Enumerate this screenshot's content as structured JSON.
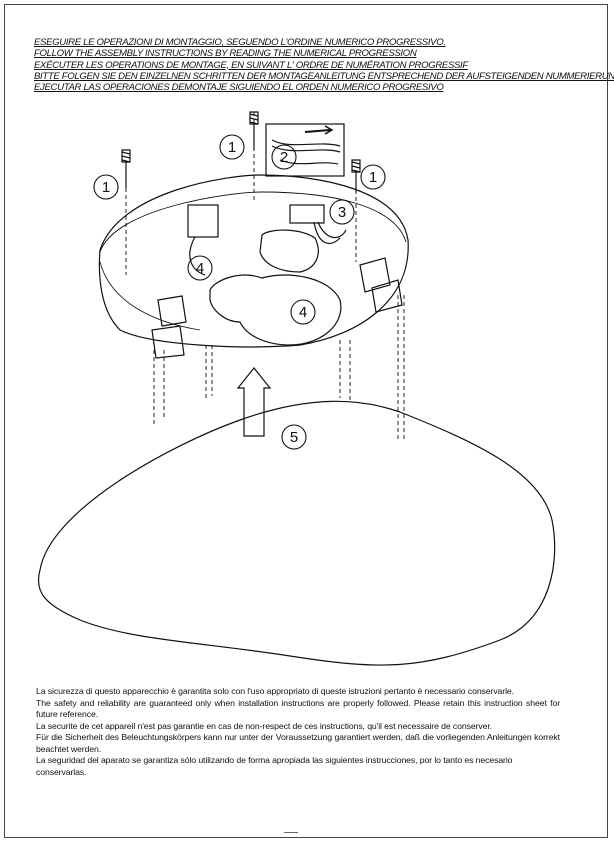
{
  "header": {
    "lines": [
      "ESEGUIRE LE OPERAZIONI DI MONTAGGIO, SEGUENDO L'ORDINE NUMERICO PROGRESSIVO.",
      "FOLLOW THE ASSEMBLY INSTRUCTIONS BY READING THE NUMERICAL PROGRESSION",
      "EXÉCUTER LES OPERATIONS DE MONTAGE, EN SUIVANT L' ORDRE DE NUMÉRATION PROGRESSIF",
      "BITTE FOLGEN SIE DEN EINZELNEN SCHRITTEN DER MONTAGEANLEITUNG ENTSPRECHEND DER AUFSTEIGENDEN NUMMERIERUNG.",
      "EJECUTAR LAS OPERACIONES DEMONTAJE SIGUIENDO EL ORDEN NUMERICO PROGRESIVO"
    ]
  },
  "diagram": {
    "steps": {
      "screw_center": "1",
      "screw_left": "1",
      "screw_right": "1",
      "wiring": "2",
      "terminal": "3",
      "bulb_left": "4",
      "bulb_right": "4",
      "diffuser": "5"
    }
  },
  "footer": {
    "it": "La sicurezza di questo apparecchio è garantita solo con l'uso appropriato di queste istruzioni pertanto è necessario conservarle.",
    "en": "The safety and reliability are guaranteed only when installation instructions  are properly followed. Please retain this instruction sheet for future reference.",
    "fr": "La securite de cet appareil n'est pas garantie en cas de non-respect de ces instructions, qu'il est necessaire de conserver.",
    "de": "Für die Sicherheit des Beleuchtungskörpers kann nur unter der Voraussetzung garantiert werden, daß die vorliegenden Anleitungen korrekt beachtet werden.",
    "es": "La seguridad del aparato se garantiza sólo utilizando de forma apropiada las siguientes instrucciones, por lo tanto es necesario conservarlas."
  }
}
